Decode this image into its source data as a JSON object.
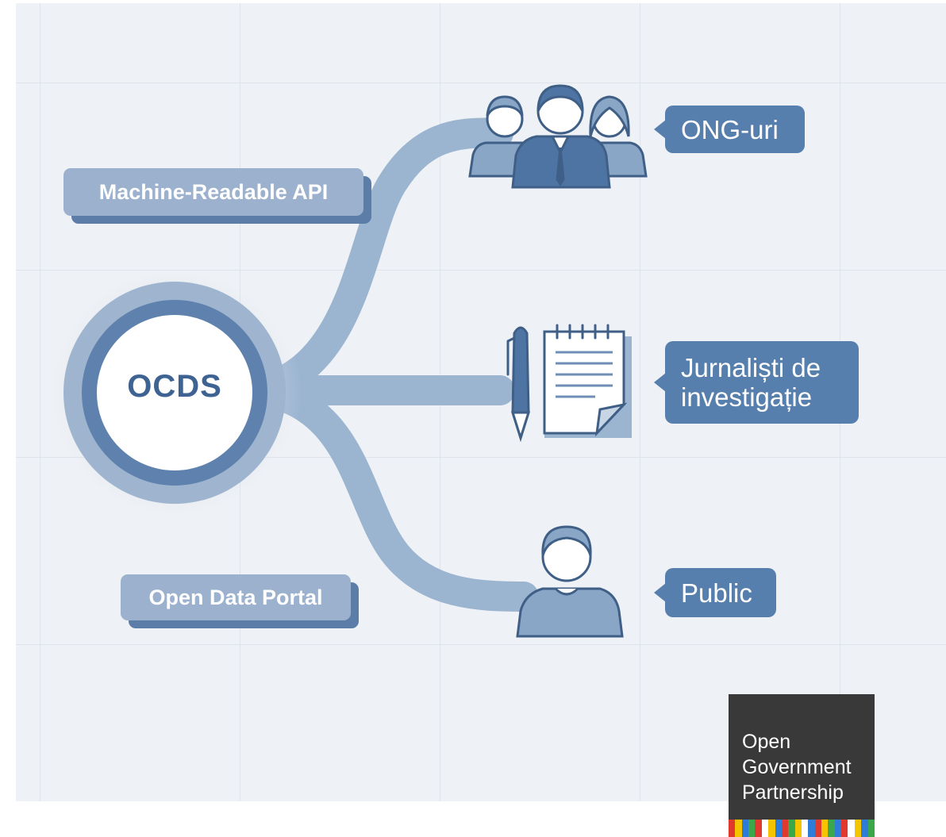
{
  "center": {
    "label": "OCDS"
  },
  "left_labels": {
    "api": "Machine-Readable API",
    "portal": "Open Data Portal"
  },
  "audiences": [
    {
      "label": "ONG-uri",
      "icon": "group-of-people-icon"
    },
    {
      "label": "Jurnaliști de investigație",
      "icon": "pen-and-notepad-icon"
    },
    {
      "label": "Public",
      "icon": "person-icon"
    }
  ],
  "logo": {
    "text": "Open\nGovernment\nPartnership",
    "stripe_colors": [
      "#e03a2f",
      "#f5c400",
      "#2f7bd8",
      "#3aa84a",
      "#e03a2f",
      "#ffffff",
      "#f5c400",
      "#2f7bd8",
      "#e03a2f",
      "#3aa84a",
      "#f5c400",
      "#ffffff",
      "#2f7bd8",
      "#e03a2f",
      "#f5c400",
      "#3aa84a",
      "#2f7bd8",
      "#e03a2f",
      "#ffffff",
      "#f5c400",
      "#2f7bd8",
      "#3aa84a"
    ]
  },
  "colors": {
    "background": "#eef1f5",
    "flow": "#9bb4d0",
    "accent": "#577fad",
    "dark": "#3e6292"
  }
}
